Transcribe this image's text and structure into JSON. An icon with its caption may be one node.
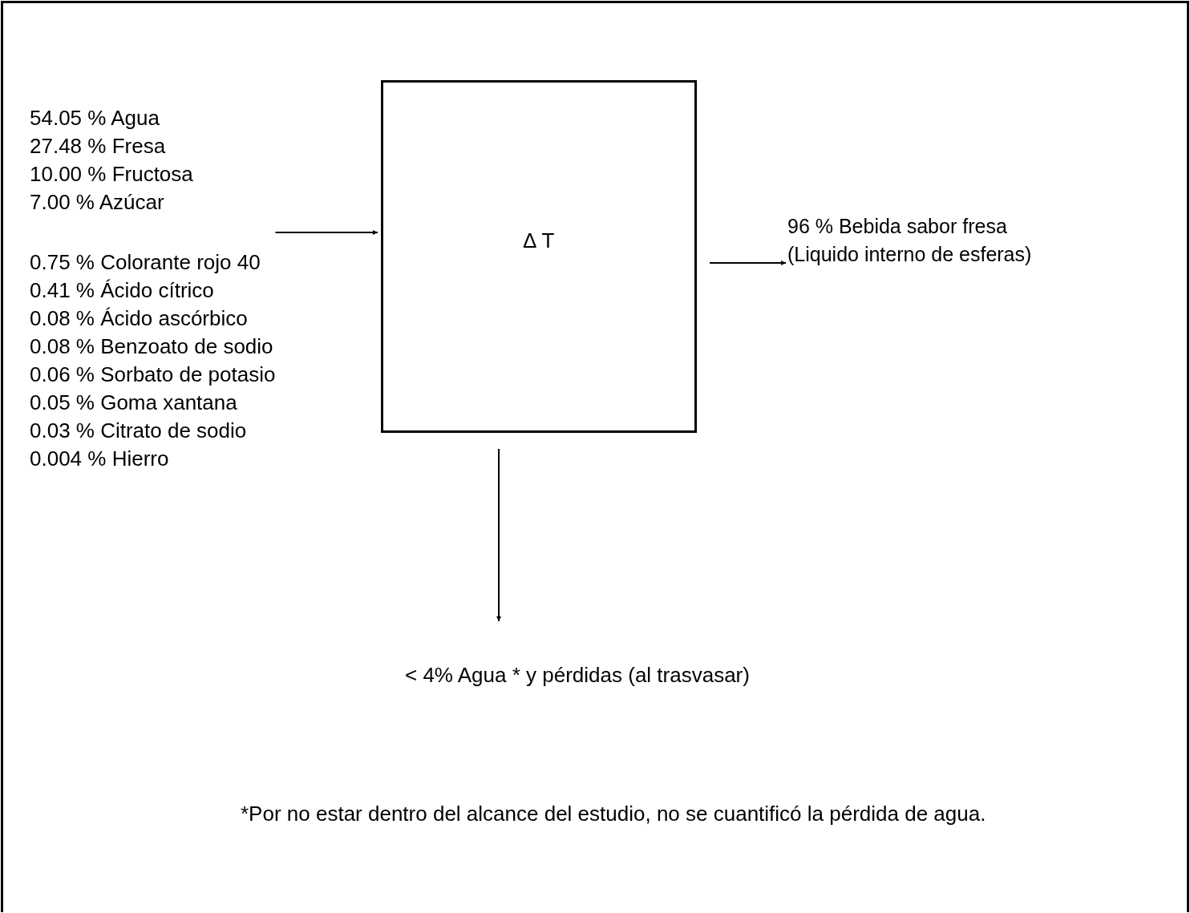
{
  "diagram": {
    "nodes": [
      {
        "text": [
          "54.05 % Agua",
          "27.48 % Fresa",
          "10.00 % Fructosa",
          "7.00 % Azúcar",
          "0.75 % Colorante rojo 40",
          "0.41 % Ácido cítrico",
          "0.08 % Ácido ascórbico",
          "0.08 % Benzoato de sodio",
          "0.06 % Sorbato de potasio",
          "0.05 % Goma xantana",
          "0.03 % Citrato de sodio",
          "0.004 % Hierro"
        ]
      },
      {
        "text": [
          "∆ T"
        ]
      },
      {
        "text": [
          "96 % Bebida sabor fresa (Liquido interno de esferas)"
        ]
      },
      {
        "text": [
          "< 4% Agua * y pérdidas (al trasvasar)"
        ]
      }
    ],
    "edges": [
      {
        "from": 0,
        "to": 1,
        "arrow": "to"
      },
      {
        "from": 1,
        "to": 2,
        "arrow": "to"
      },
      {
        "from": 1,
        "to": 3,
        "arrow": "to"
      }
    ],
    "labels": [
      "*Por no estar dentro del alcance del estudio, no se cuantificó la pérdida de agua."
    ]
  }
}
